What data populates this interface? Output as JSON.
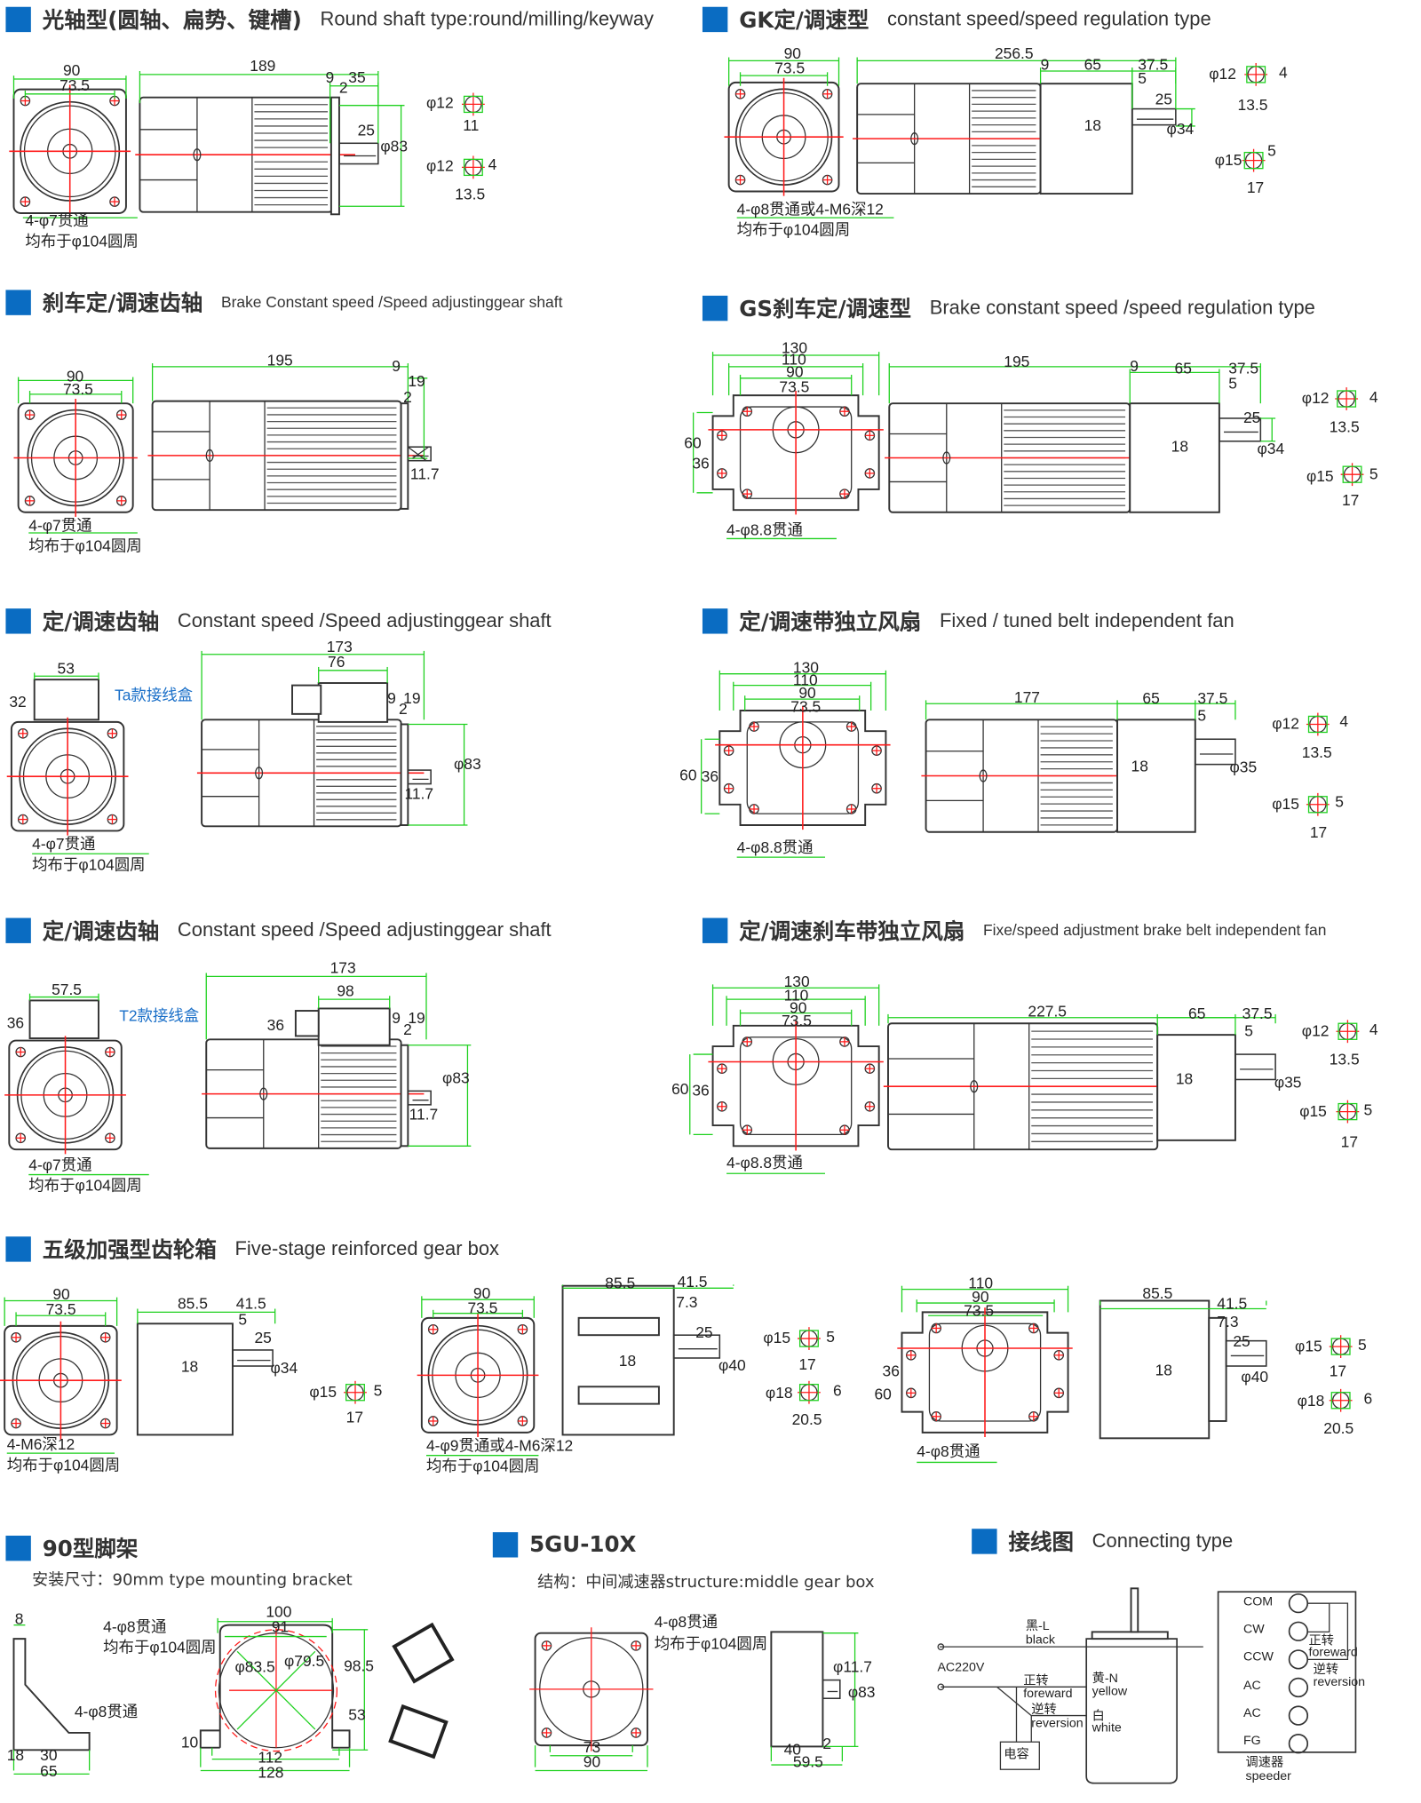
{
  "colors": {
    "accent": "#0a6cc2",
    "dimension": "#1fd11f",
    "centerline": "#ff1a1a",
    "outline": "#333333"
  },
  "sections": [
    {
      "title_cn": "光轴型(圆轴、扁势、键槽)",
      "title_en": "Round shaft type:round/milling/keyway",
      "labels": [
        "90",
        "73.5",
        "189",
        "9",
        "35",
        "2",
        "25",
        "φ83",
        "φ12",
        "11",
        "φ12",
        "4",
        "13.5",
        "4-φ7贯通",
        "均布于φ104圆周"
      ]
    },
    {
      "title_cn": "GK定/调速型",
      "title_en": "constant speed/speed regulation type",
      "labels": [
        "90",
        "73.5",
        "256.5",
        "9",
        "65",
        "37.5",
        "5",
        "25",
        "18",
        "φ34",
        "φ12",
        "4",
        "13.5",
        "φ15",
        "5",
        "17",
        "4-φ8贯通或4-M6深12",
        "均布于φ104圆周"
      ]
    },
    {
      "title_cn": "刹车定/调速齿轴",
      "title_en": "Brake Constant speed /Speed adjustinggear shaft",
      "labels": [
        "90",
        "73.5",
        "195",
        "9",
        "19",
        "2",
        "11.7",
        "4-φ7贯通",
        "均布于φ104圆周"
      ]
    },
    {
      "title_cn": "GS刹车定/调速型",
      "title_en": "Brake constant speed /speed regulation type",
      "labels": [
        "130",
        "110",
        "90",
        "73.5",
        "60",
        "36",
        "195",
        "9",
        "65",
        "37.5",
        "5",
        "25",
        "18",
        "φ34",
        "φ12",
        "4",
        "13.5",
        "φ15",
        "5",
        "17",
        "4-φ8.8贯通"
      ]
    },
    {
      "title_cn": "定/调速齿轴",
      "title_en": "Constant speed /Speed adjustinggear shaft",
      "labels": [
        "53",
        "32",
        "Ta款接线盒",
        "173",
        "76",
        "9",
        "19",
        "2",
        "φ83",
        "11.7",
        "4-φ7贯通",
        "均布于φ104圆周"
      ]
    },
    {
      "title_cn": "定/调速带独立风扇",
      "title_en": "Fixed / tuned belt independent fan",
      "labels": [
        "130",
        "110",
        "90",
        "73.5",
        "60",
        "36",
        "177",
        "65",
        "37.5",
        "5",
        "18",
        "φ35",
        "φ12",
        "4",
        "13.5",
        "φ15",
        "5",
        "17",
        "4-φ8.8贯通"
      ]
    },
    {
      "title_cn": "定/调速齿轴",
      "title_en": "Constant speed /Speed adjustinggear shaft",
      "labels": [
        "57.5",
        "36",
        "T2款接线盒",
        "173",
        "98",
        "36",
        "9",
        "19",
        "2",
        "φ83",
        "11.7",
        "4-φ7贯通",
        "均布于φ104圆周"
      ]
    },
    {
      "title_cn": "定/调速刹车带独立风扇",
      "title_en": "Fixe/speed adjustment brake belt independent fan",
      "labels": [
        "130",
        "110",
        "90",
        "73.5",
        "60",
        "36",
        "227.5",
        "65",
        "37.5",
        "5",
        "18",
        "φ35",
        "φ12",
        "4",
        "13.5",
        "φ15",
        "5",
        "17",
        "4-φ8.8贯通"
      ]
    },
    {
      "title_cn": "五级加强型齿轮箱",
      "title_en": "Five-stage reinforced gear box",
      "labels": [
        "90",
        "73.5",
        "85.5",
        "41.5",
        "5",
        "25",
        "18",
        "φ34",
        "φ15",
        "5",
        "17",
        "4-M6深12",
        "均布于φ104圆周",
        "90",
        "73.5",
        "85.5",
        "41.5",
        "7.3",
        "25",
        "18",
        "φ40",
        "φ15",
        "5",
        "17",
        "φ18",
        "6",
        "20.5",
        "4-φ9贯通或4-M6深12",
        "均布于φ104圆周",
        "110",
        "90",
        "73.5",
        "36",
        "60",
        "85.5",
        "41.5",
        "7.3",
        "25",
        "18",
        "φ40",
        "φ15",
        "5",
        "17",
        "φ18",
        "6",
        "20.5",
        "4-φ8贯通"
      ]
    },
    {
      "title_cn": "90型脚架",
      "title_en": "",
      "subtitle": "安装尺寸：90mm type mounting bracket",
      "labels": [
        "8",
        "4-φ8贯通",
        "均布于φ104圆周",
        "100",
        "91",
        "φ83.5",
        "φ79.5",
        "98.5",
        "53",
        "4-φ8贯通",
        "10",
        "18",
        "30",
        "65",
        "112",
        "128"
      ]
    },
    {
      "title_cn": "5GU-10X",
      "title_en": "",
      "subtitle": "结构：中间减速器structure:middle gear box",
      "labels": [
        "4-φ8贯通",
        "均布于φ104圆周",
        "φ11.7",
        "φ83",
        "73",
        "90",
        "40",
        "2",
        "59.5"
      ]
    },
    {
      "title_cn": "接线图",
      "title_en": "Connecting type",
      "labels": [
        "黑-L",
        "black",
        "AC220V",
        "正转",
        "foreward",
        "逆转",
        "reversion",
        "黄-N",
        "yellow",
        "白",
        "white",
        "电容",
        "COM",
        "CW",
        "CCW",
        "AC",
        "AC",
        "FG",
        "正转",
        "foreward",
        "逆转",
        "reversion",
        "调速器",
        "speeder"
      ]
    }
  ]
}
